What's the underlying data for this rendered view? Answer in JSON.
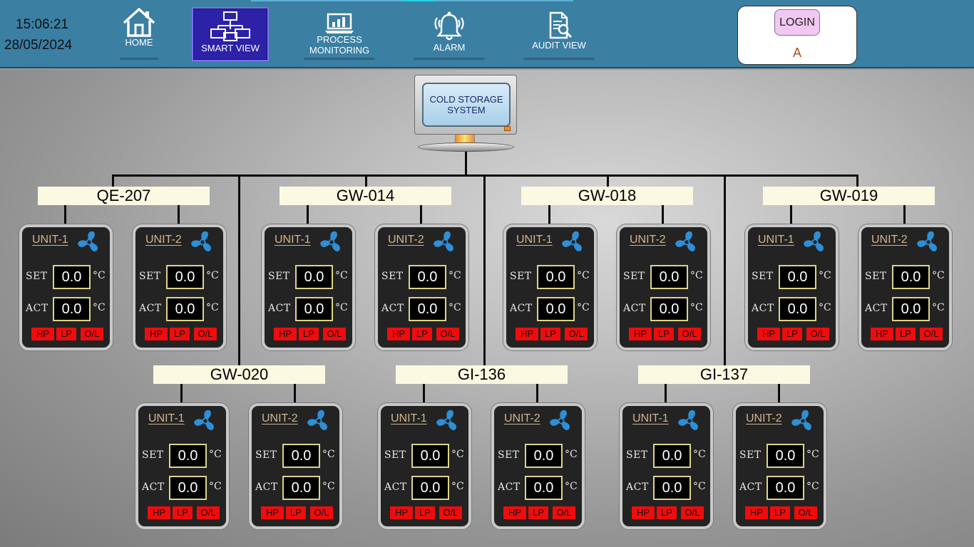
{
  "header": {
    "time": "15:06:21",
    "date": "28/05/2024",
    "nav": {
      "home": "HOME",
      "smart_view": "SMART VIEW",
      "process_monitoring_line1": "PROCESS",
      "process_monitoring_line2": "MONITORING",
      "alarm": "ALARM",
      "audit_view": "AUDIT VIEW"
    },
    "login_label": "LOGIN",
    "user": "A"
  },
  "system": {
    "title_line1": "COLD STORAGE",
    "title_line2": "SYSTEM"
  },
  "unit_labels": {
    "set": "SET",
    "act": "ACT",
    "degree": "°C",
    "alarms": [
      "HP",
      "LP",
      "O/L"
    ]
  },
  "colors": {
    "header_bg": "#3b7fa3",
    "active_nav": "#2b22a8",
    "zone_label_bg": "#fbf9e2",
    "alarm_red": "#f00c0c",
    "fan_blue": "#2e8fd6",
    "unit_name": "#d3b48c"
  },
  "zones": [
    {
      "name": "QE-207",
      "units": [
        {
          "name": "UNIT-1",
          "set": "0.0",
          "act": "0.0"
        },
        {
          "name": "UNIT-2",
          "set": "0.0",
          "act": "0.0"
        }
      ]
    },
    {
      "name": "GW-014",
      "units": [
        {
          "name": "UNIT-1",
          "set": "0.0",
          "act": "0.0"
        },
        {
          "name": "UNIT-2",
          "set": "0.0",
          "act": "0.0"
        }
      ]
    },
    {
      "name": "GW-018",
      "units": [
        {
          "name": "UNIT-1",
          "set": "0.0",
          "act": "0.0"
        },
        {
          "name": "UNIT-2",
          "set": "0.0",
          "act": "0.0"
        }
      ]
    },
    {
      "name": "GW-019",
      "units": [
        {
          "name": "UNIT-1",
          "set": "0.0",
          "act": "0.0"
        },
        {
          "name": "UNIT-2",
          "set": "0.0",
          "act": "0.0"
        }
      ]
    },
    {
      "name": "GW-020",
      "units": [
        {
          "name": "UNIT-1",
          "set": "0.0",
          "act": "0.0"
        },
        {
          "name": "UNIT-2",
          "set": "0.0",
          "act": "0.0"
        }
      ]
    },
    {
      "name": "GI-136",
      "units": [
        {
          "name": "UNIT-1",
          "set": "0.0",
          "act": "0.0"
        },
        {
          "name": "UNIT-2",
          "set": "0.0",
          "act": "0.0"
        }
      ]
    },
    {
      "name": "GI-137",
      "units": [
        {
          "name": "UNIT-1",
          "set": "0.0",
          "act": "0.0"
        },
        {
          "name": "UNIT-2",
          "set": "0.0",
          "act": "0.0"
        }
      ]
    }
  ]
}
